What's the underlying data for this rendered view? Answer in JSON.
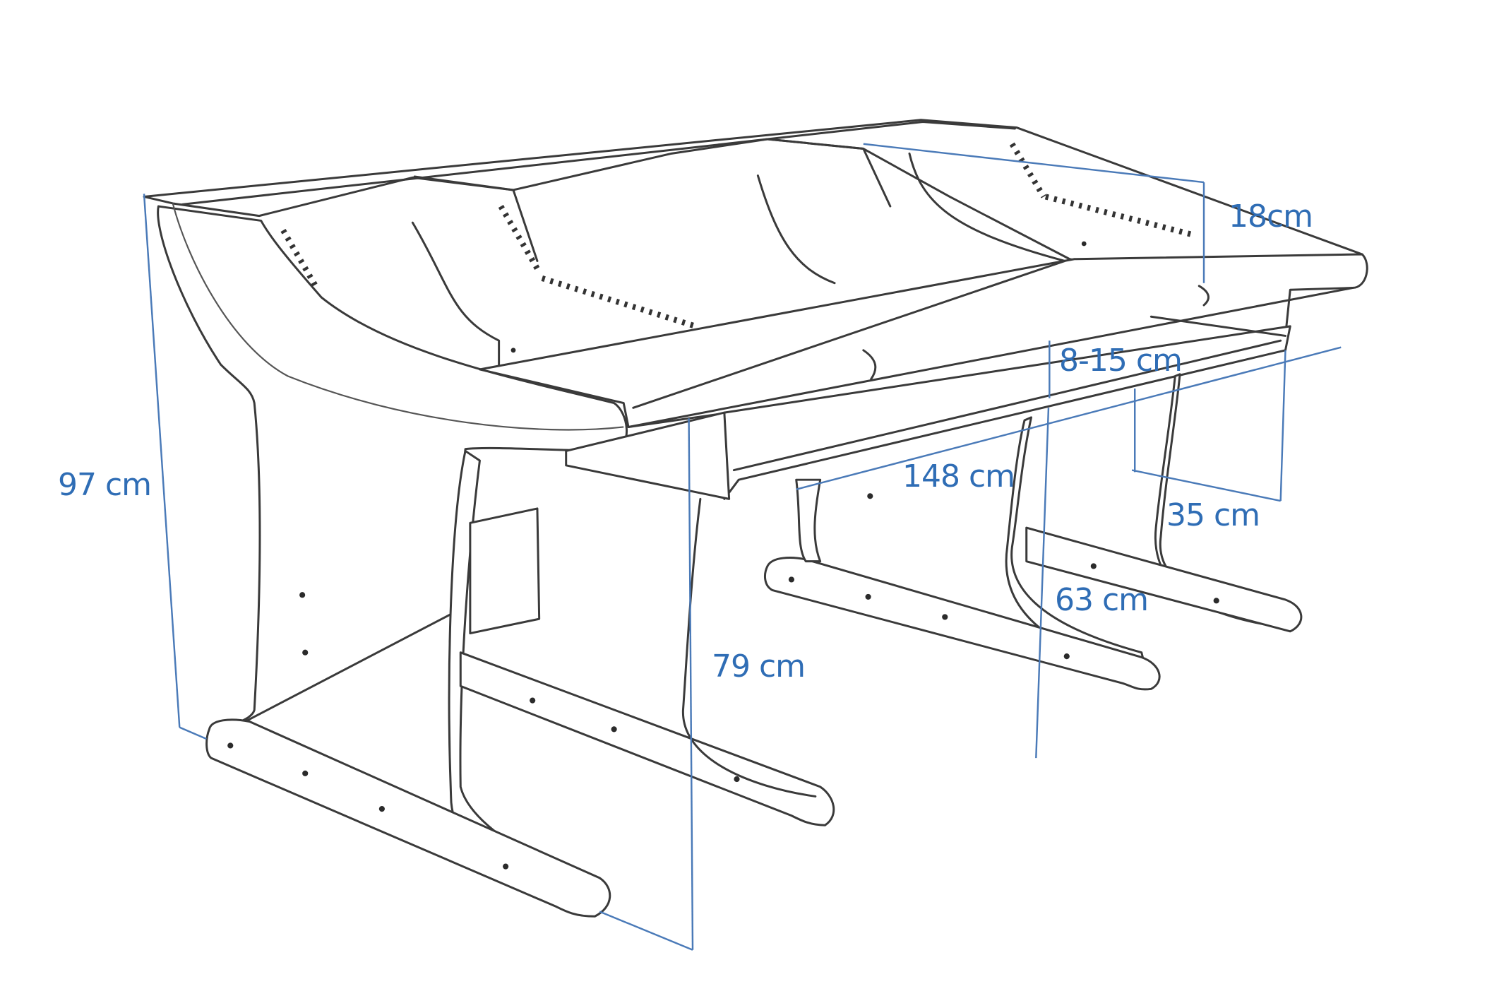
{
  "diagram": {
    "subject": "studio-desk",
    "accent_color": "#2f6db5",
    "dimensions": {
      "overall_height": "97 cm",
      "desk_height": "79 cm",
      "width": "148 cm",
      "keyboard_tray_gap": "8-15 cm",
      "riser_height": "18cm",
      "tray_depth": "35 cm",
      "legroom_height": "63 cm"
    }
  }
}
